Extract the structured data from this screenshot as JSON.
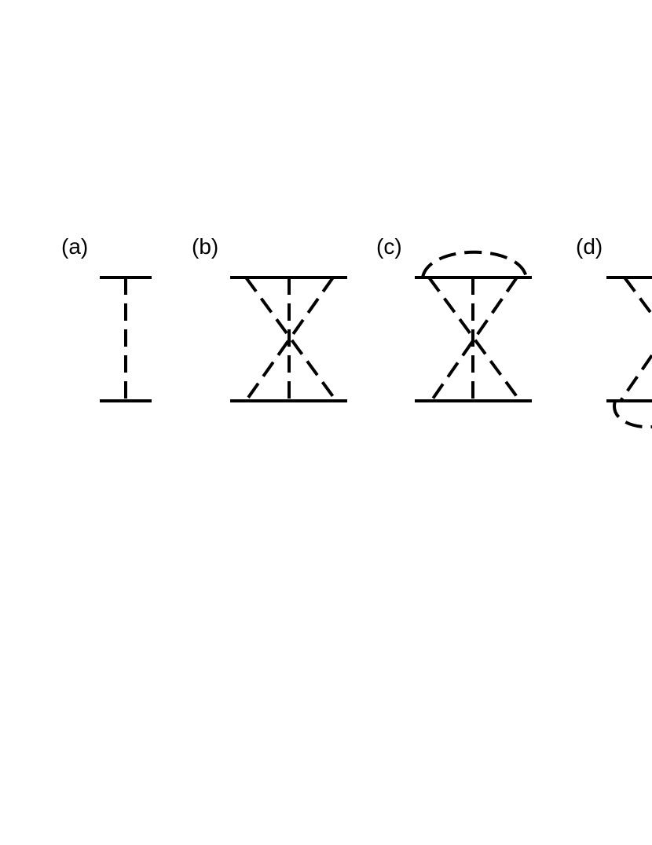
{
  "panels": [
    {
      "label": "(a)"
    },
    {
      "label": "(b)"
    },
    {
      "label": "(c)"
    },
    {
      "label": "(d)"
    }
  ],
  "colors": {
    "background": "#ffffff",
    "ink": "#000000"
  }
}
